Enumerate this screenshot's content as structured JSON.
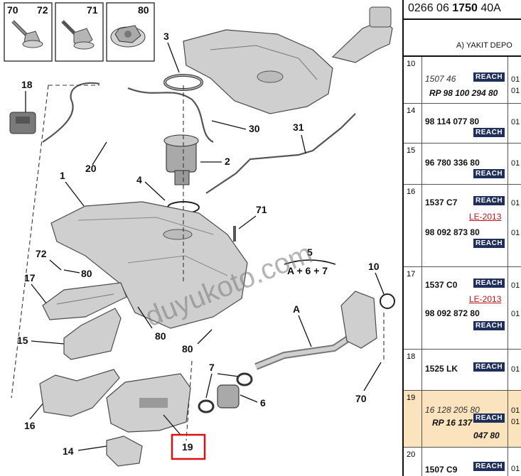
{
  "callouts": {
    "c70": "70",
    "c72a": "72",
    "c71a": "71",
    "c80a": "80",
    "c3": "3",
    "c18": "18",
    "c30": "30",
    "c31": "31",
    "c2": "2",
    "c20": "20",
    "c1": "1",
    "c4": "4",
    "c71b": "71",
    "c72b": "72",
    "c80b": "80",
    "c5": "5",
    "c5sub": "A + 6 + 7",
    "c17": "17",
    "c10": "10",
    "cA": "A",
    "c80c": "80",
    "c15": "15",
    "c80d": "80",
    "c7": "7",
    "c6": "6",
    "c70b": "70",
    "c16": "16",
    "c14": "14",
    "c19": "19"
  },
  "watermark": "duyukoto.com",
  "panel": {
    "ref_prefix": "0266 06 ",
    "ref_bold": "1750",
    "ref_suffix": " 40A",
    "section_title": "A) YAKIT DEPO",
    "reach_label": "REACH",
    "le_label": "LE-2013",
    "rows": [
      {
        "num": "10",
        "pn1": "1507 46",
        "pn2": "RP 98 100 294 80",
        "qty1": "01",
        "qty2": "01"
      },
      {
        "num": "14",
        "pn1": "98 114 077 80",
        "qty1": "01"
      },
      {
        "num": "15",
        "pn1": "96 780 336 80",
        "qty1": "01"
      },
      {
        "num": "16",
        "pn1": "1537 C7",
        "pn2": "98 092 873 80",
        "qty1": "01",
        "qty2": "01"
      },
      {
        "num": "17",
        "pn1": "1537 C0",
        "pn2": "98 092 872 80",
        "qty1": "01",
        "qty2": "01"
      },
      {
        "num": "18",
        "pn1": "1525 LK",
        "qty1": "01"
      },
      {
        "num": "19",
        "pn1": "16 128 205 80",
        "pn2": "RP 16 137",
        "pn3": "047 80",
        "qty1": "01",
        "qty2": "01"
      },
      {
        "num": "20",
        "pn1": "1507 C9",
        "qty1": "01"
      }
    ]
  }
}
